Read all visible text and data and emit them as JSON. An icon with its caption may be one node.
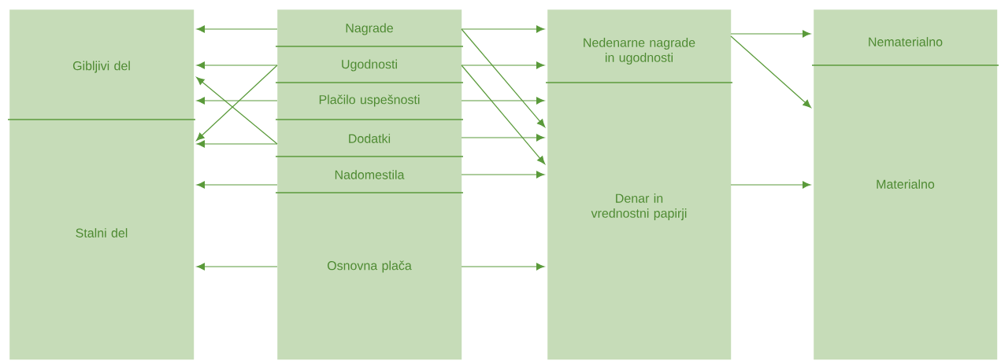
{
  "diagram": {
    "nodes": [
      {
        "text": [
          "Gibljivi del"
        ]
      },
      {
        "text": [
          "Stalni del"
        ]
      },
      {
        "text": [
          "Nagrade"
        ]
      },
      {
        "text": [
          "Ugodnosti"
        ]
      },
      {
        "text": [
          "Plačilo uspešnosti"
        ]
      },
      {
        "text": [
          "Dodatki"
        ]
      },
      {
        "text": [
          "Nadomestila"
        ]
      },
      {
        "text": [
          "Osnovna plača"
        ]
      },
      {
        "text": [
          "Nedenarne nagrade in ugodnosti"
        ]
      },
      {
        "text": [
          "Denar in vrednostni papirji"
        ]
      },
      {
        "text": [
          "Nematerialno"
        ]
      },
      {
        "text": [
          "Materialno"
        ]
      }
    ],
    "edges": [
      {
        "from": 2,
        "to": 0,
        "arrow": "to"
      },
      {
        "from": 3,
        "to": 0,
        "arrow": "to"
      },
      {
        "from": 3,
        "to": 1,
        "arrow": "to"
      },
      {
        "from": 4,
        "to": 0,
        "arrow": "to"
      },
      {
        "from": 5,
        "to": 1,
        "arrow": "to"
      },
      {
        "from": 5,
        "to": 0,
        "arrow": "to"
      },
      {
        "from": 6,
        "to": 1,
        "arrow": "to"
      },
      {
        "from": 7,
        "to": 1,
        "arrow": "to"
      },
      {
        "from": 2,
        "to": 8,
        "arrow": "to"
      },
      {
        "from": 2,
        "to": 9,
        "arrow": "to"
      },
      {
        "from": 3,
        "to": 8,
        "arrow": "to"
      },
      {
        "from": 3,
        "to": 9,
        "arrow": "to"
      },
      {
        "from": 4,
        "to": 9,
        "arrow": "to"
      },
      {
        "from": 5,
        "to": 9,
        "arrow": "to"
      },
      {
        "from": 6,
        "to": 9,
        "arrow": "to"
      },
      {
        "from": 7,
        "to": 9,
        "arrow": "to"
      },
      {
        "from": 8,
        "to": 10,
        "arrow": "to"
      },
      {
        "from": 8,
        "to": 11,
        "arrow": "to"
      },
      {
        "from": 9,
        "to": 11,
        "arrow": "to"
      }
    ]
  }
}
